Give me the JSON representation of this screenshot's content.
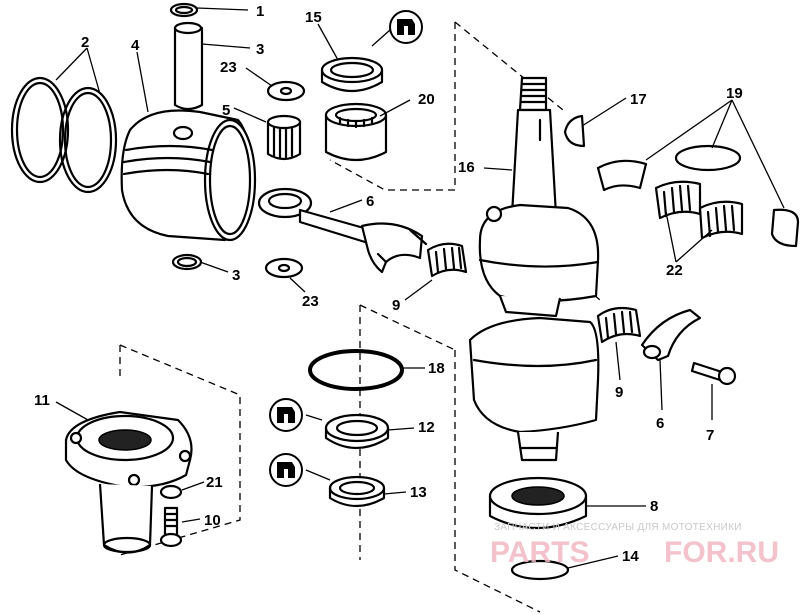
{
  "callouts": [
    "1",
    "2",
    "3",
    "4",
    "23",
    "5",
    "15",
    "20",
    "6",
    "3",
    "23",
    "9",
    "17",
    "19",
    "16",
    "22",
    "18",
    "11",
    "12",
    "21",
    "10",
    "13",
    "9",
    "6",
    "7",
    "8",
    "14"
  ],
  "watermark": {
    "tagline": "ЗАПЧАСТИ И АКСЕССУАРЫ ДЛЯ МОТОТЕХНИКИ",
    "brand_left": "PARTS",
    "brand_right": "FOR.RU"
  },
  "icons": [
    "sealant-tube-icon",
    "sealant-tube-icon",
    "sealant-tube-icon"
  ],
  "colors": {
    "line": "#000000",
    "background": "#ffffff",
    "watermark": "#f2b8c3"
  }
}
